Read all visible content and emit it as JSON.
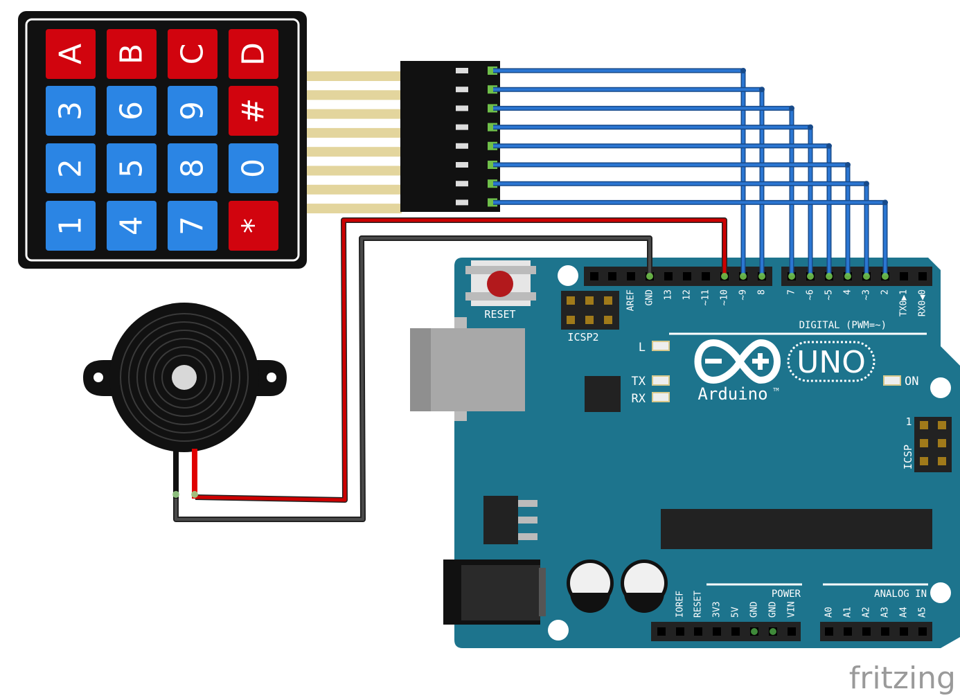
{
  "keypad": {
    "keys": [
      [
        "A",
        "B",
        "C",
        "D"
      ],
      [
        "3",
        "6",
        "9",
        "#"
      ],
      [
        "2",
        "5",
        "8",
        "0"
      ],
      [
        "1",
        "4",
        "7",
        "*"
      ]
    ]
  },
  "colors": {
    "key_red": "#d1040e",
    "key_blue": "#2b85e4",
    "board": "#1d748d",
    "wire_blue": "#2b76d2",
    "wire_red": "#cc0000",
    "wire_black": "#111111",
    "ribbon": "#e3d59d"
  },
  "board": {
    "reset_label": "RESET",
    "icsp2_label": "ICSP2",
    "icsp_label": "ICSP",
    "icsp_pin1": "1",
    "digital_label": "DIGITAL (PWM=~)",
    "header_top_labels": [
      "AREF",
      "GND",
      "13",
      "12",
      "~11",
      "~10",
      "~9",
      "8",
      "7",
      "~6",
      "~5",
      "4",
      "~3",
      "2",
      "TX0▶1",
      "RX0◀0"
    ],
    "led_l": "L",
    "led_tx": "TX",
    "led_rx": "RX",
    "led_on": "ON",
    "logo_uno": "UNO",
    "logo_arduino": "Arduino",
    "logo_tm": "TM",
    "power_label": "POWER",
    "power_pins": [
      "IOREF",
      "RESET",
      "3V3",
      "5V",
      "GND",
      "GND",
      "VIN"
    ],
    "analog_label": "ANALOG IN",
    "analog_pins": [
      "A0",
      "A1",
      "A2",
      "A3",
      "A4",
      "A5"
    ]
  },
  "watermark": "fritzing"
}
